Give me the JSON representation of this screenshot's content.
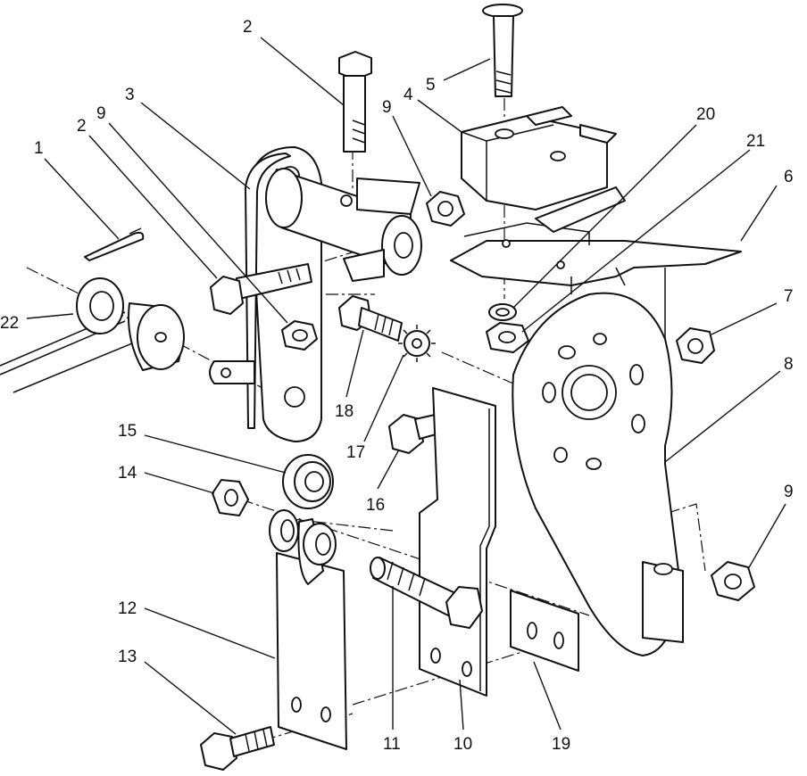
{
  "callouts": [
    {
      "id": "c1",
      "text": "1"
    },
    {
      "id": "c2a",
      "text": "2"
    },
    {
      "id": "c2b",
      "text": "2"
    },
    {
      "id": "c3",
      "text": "3"
    },
    {
      "id": "c4",
      "text": "4"
    },
    {
      "id": "c5",
      "text": "5"
    },
    {
      "id": "c6",
      "text": "6"
    },
    {
      "id": "c7",
      "text": "7"
    },
    {
      "id": "c8",
      "text": "8"
    },
    {
      "id": "c9a",
      "text": "9"
    },
    {
      "id": "c9b",
      "text": "9"
    },
    {
      "id": "c9c",
      "text": "9"
    },
    {
      "id": "c10",
      "text": "10"
    },
    {
      "id": "c11",
      "text": "11"
    },
    {
      "id": "c12",
      "text": "12"
    },
    {
      "id": "c13",
      "text": "13"
    },
    {
      "id": "c14",
      "text": "14"
    },
    {
      "id": "c15",
      "text": "15"
    },
    {
      "id": "c16",
      "text": "16"
    },
    {
      "id": "c17",
      "text": "17"
    },
    {
      "id": "c18",
      "text": "18"
    },
    {
      "id": "c19",
      "text": "19"
    },
    {
      "id": "c20",
      "text": "20"
    },
    {
      "id": "c21",
      "text": "21"
    },
    {
      "id": "c22",
      "text": "22"
    }
  ]
}
